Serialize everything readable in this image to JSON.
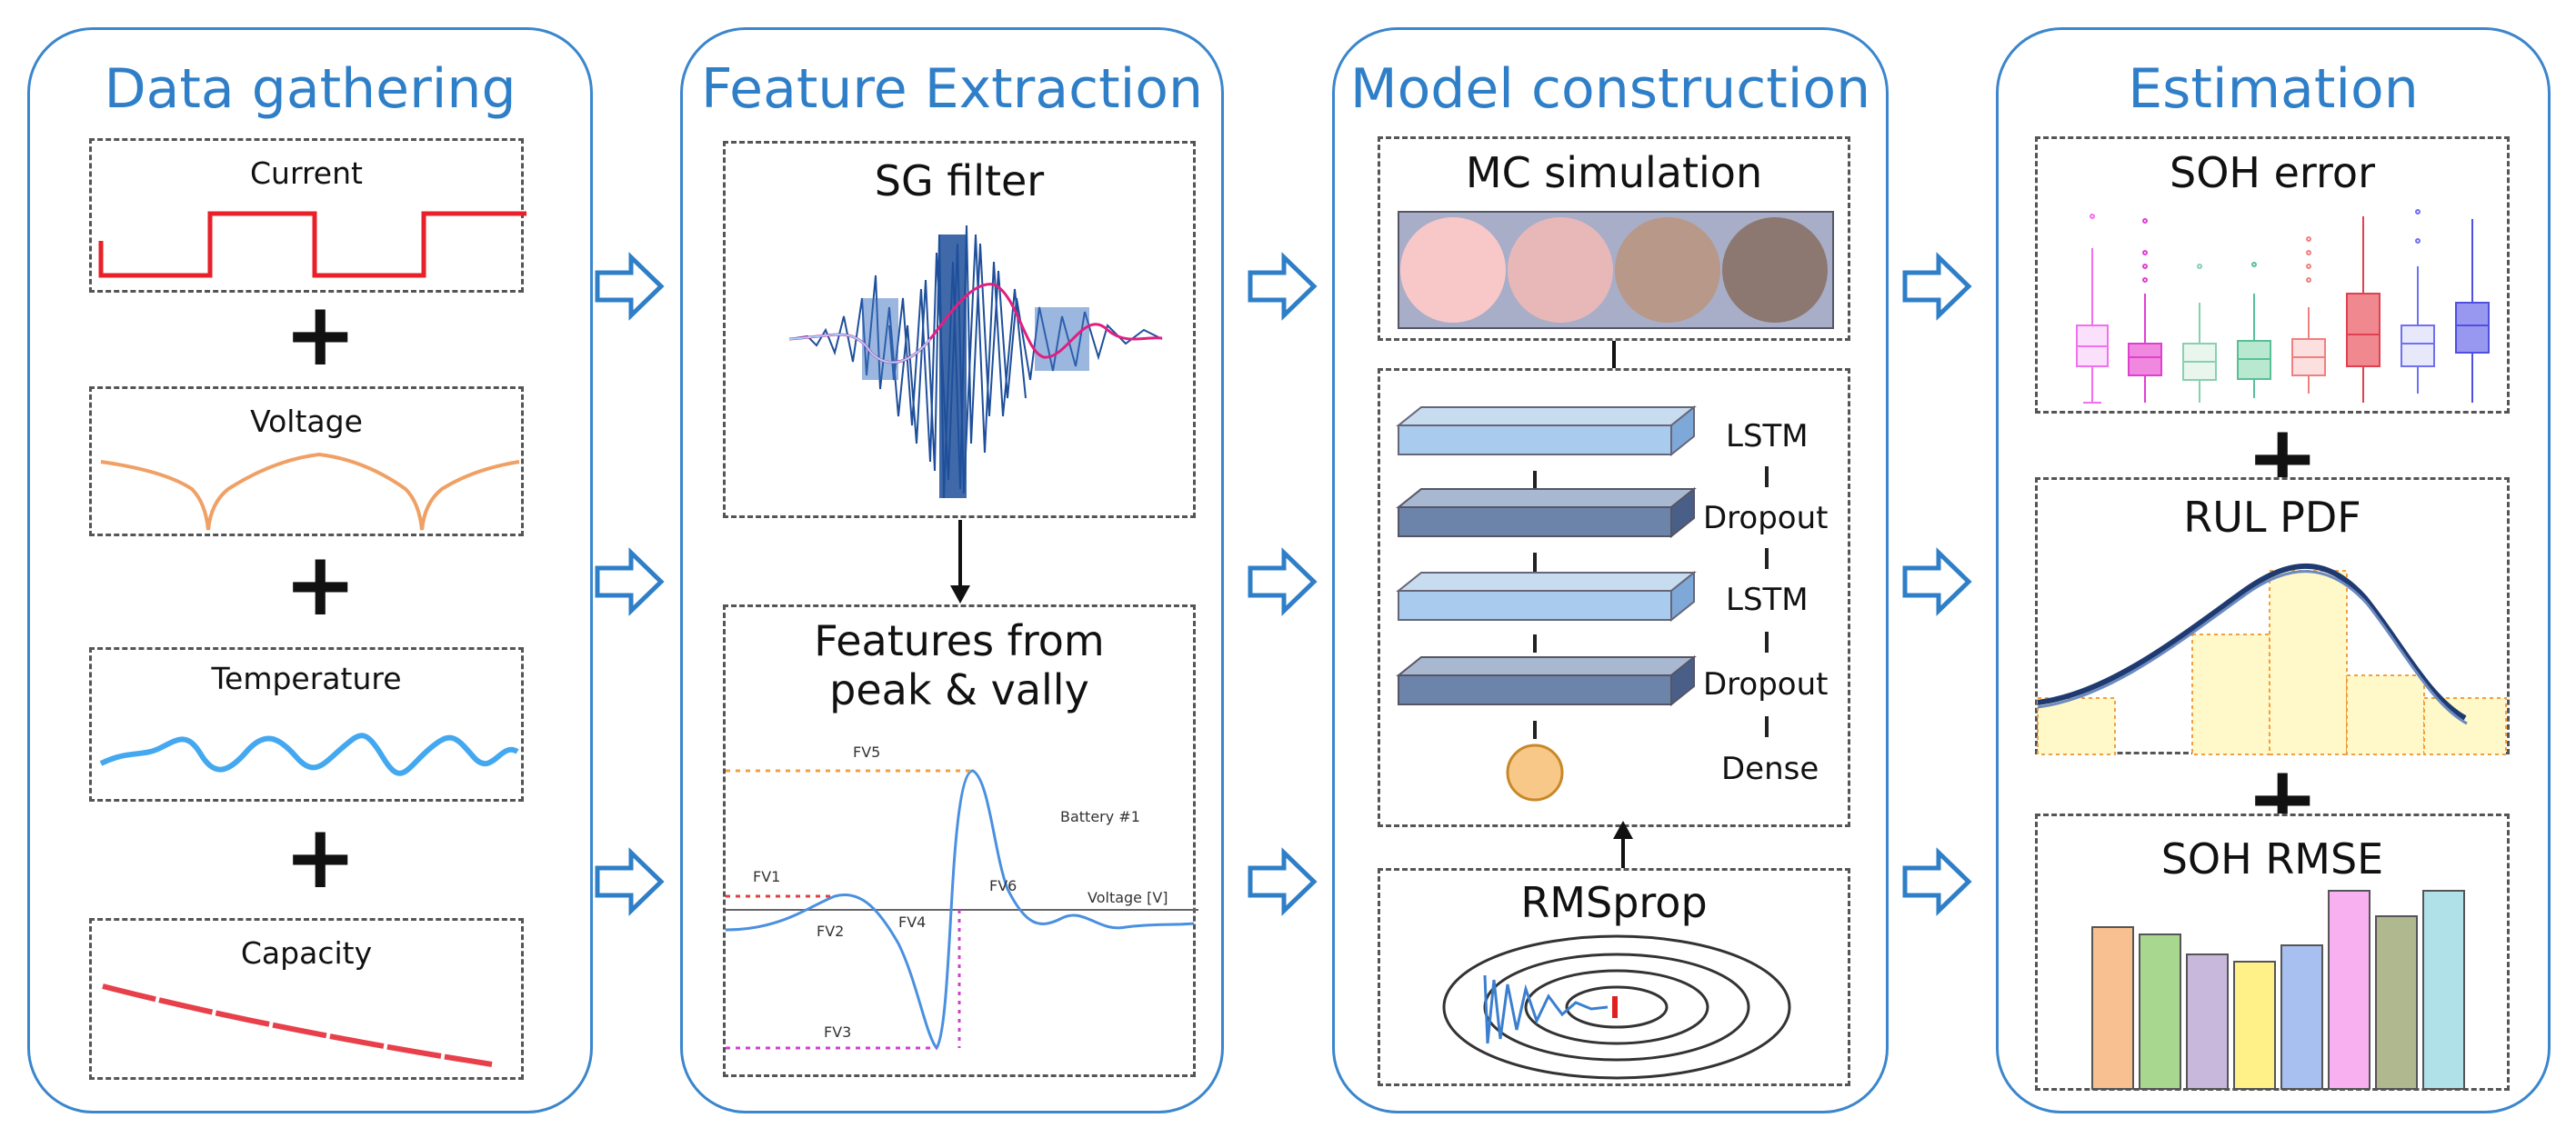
{
  "stages": {
    "data_gathering": {
      "title": "Data gathering",
      "current": "Current",
      "voltage": "Voltage",
      "temperature": "Temperature",
      "capacity": "Capacity"
    },
    "feature_extraction": {
      "title": "Feature Extraction",
      "sg_filter": "SG filter",
      "features_line1": "Features from",
      "features_line2": "peak & vally",
      "fv_labels": [
        "FV1",
        "FV2",
        "FV3",
        "FV4",
        "FV5",
        "FV6"
      ],
      "battery_label": "Battery #1",
      "voltage_axis": "Voltage [V]"
    },
    "model_construction": {
      "title": "Model construction",
      "mc_simulation": "MC simulation",
      "layers": [
        "LSTM",
        "Dropout",
        "LSTM",
        "Dropout",
        "Dense"
      ],
      "optimizer": "RMSprop"
    },
    "estimation": {
      "title": "Estimation",
      "soh_error": "SOH error",
      "rul_pdf": "RUL PDF",
      "soh_rmse": "SOH RMSE"
    }
  },
  "colors": {
    "accent": "#2f7fc8",
    "current": "#e8202a",
    "voltage": "#f0a064",
    "temperature": "#44a8f0",
    "capacity": "#e8404a",
    "mc": [
      "#f8c8c8",
      "#e8b8b8",
      "#b89888",
      "#8c7870"
    ]
  },
  "plus_symbol": "+"
}
